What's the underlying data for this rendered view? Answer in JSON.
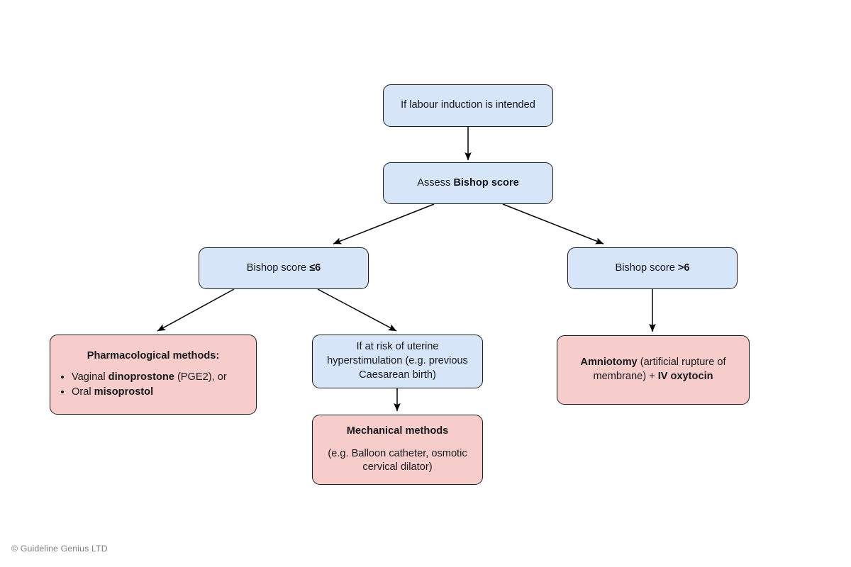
{
  "diagram": {
    "title_hidden": "",
    "colors": {
      "decision_fill": "#d7e5f8",
      "action_fill": "#f6cdca",
      "border": "#1a1a1a",
      "edge": "#000000",
      "footer_text": "#7e7e7e"
    },
    "nodes": [
      {
        "id": "start",
        "type": "blue",
        "text_plain": "If labour induction is intended",
        "text_html": "If labour induction is intended"
      },
      {
        "id": "assess",
        "type": "blue",
        "text_plain": "Assess Bishop score",
        "text_html": "Assess <b>Bishop score</b>"
      },
      {
        "id": "bishop-low",
        "type": "blue",
        "text_plain": "Bishop score ≤6",
        "text_html": "Bishop score <b>≤6</b>"
      },
      {
        "id": "bishop-high",
        "type": "blue",
        "text_plain": "Bishop score >6",
        "text_html": "Bishop score <b>&gt;6</b>"
      },
      {
        "id": "pharmacological",
        "type": "pink",
        "heading": "Pharmacological methods:",
        "bullets_html": [
          "Vaginal <b>dinoprostone</b> (PGE2), or",
          "Oral <b>misoprostol</b>"
        ],
        "bullets_plain": [
          "Vaginal dinoprostone (PGE2), or",
          "Oral misoprostol"
        ]
      },
      {
        "id": "hyperstimulation-risk",
        "type": "blue",
        "text_plain": "If at risk of uterine hyperstimulation (e.g. previous Caesarean birth)",
        "text_html": "If at risk of uterine<br>hyperstimulation (e.g. previous<br>Caesarean birth)"
      },
      {
        "id": "mechanical",
        "type": "pink",
        "heading": "Mechanical methods",
        "text_plain": "(e.g. Balloon catheter, osmotic cervical dilator)",
        "text_html": "(e.g. Balloon catheter, osmotic<br>cervical dilator)"
      },
      {
        "id": "amniotomy",
        "type": "pink",
        "text_plain": "Amniotomy (artificial rupture of membrane) + IV oxytocin",
        "text_html": "<b>Amniotomy</b> (artificial rupture of<br>membrane) + <b>IV oxytocin</b>"
      }
    ],
    "edges": [
      {
        "from": "start",
        "to": "assess",
        "style": "straight-down"
      },
      {
        "from": "assess",
        "to": "bishop-low",
        "style": "diagonal-left"
      },
      {
        "from": "assess",
        "to": "bishop-high",
        "style": "diagonal-right"
      },
      {
        "from": "bishop-low",
        "to": "pharmacological",
        "style": "diagonal-left"
      },
      {
        "from": "bishop-low",
        "to": "hyperstimulation-risk",
        "style": "diagonal-right"
      },
      {
        "from": "bishop-high",
        "to": "amniotomy",
        "style": "straight-down"
      },
      {
        "from": "hyperstimulation-risk",
        "to": "mechanical",
        "style": "straight-down"
      }
    ]
  },
  "footer": {
    "credit": "© Guideline Genius LTD"
  }
}
